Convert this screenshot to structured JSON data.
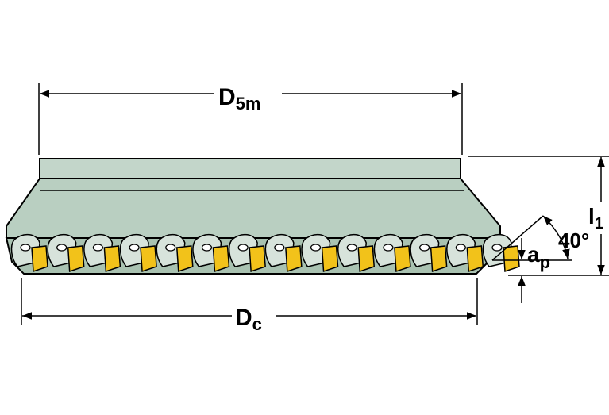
{
  "labels": {
    "d5m_main": "D",
    "d5m_sub": "5m",
    "dc_main": "D",
    "dc_sub": "c",
    "l1_main": "l",
    "l1_sub": "1",
    "ap_main": "a",
    "ap_sub": "p",
    "angle": "40°"
  },
  "colors": {
    "body_fill": "#b9cfc1",
    "body_shade": "#9fb8a8",
    "insert_yellow": "#f2c21a",
    "outline": "#000000"
  },
  "inserts": {
    "count": 14
  }
}
